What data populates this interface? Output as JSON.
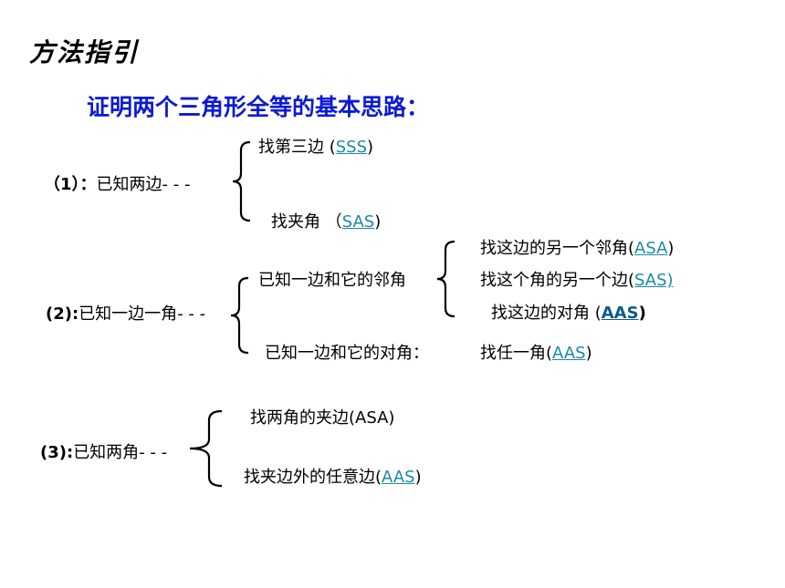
{
  "title": "方法指引",
  "subtitle": "证明两个三角形全等的基本思路：",
  "case1": {
    "label_prefix": "（1）：",
    "label_text": "已知两边",
    "dash": "- - -",
    "branches": [
      {
        "text": "找第三边  (",
        "link": "SSS",
        "suffix": ")"
      },
      {
        "text": "找夹角    （",
        "link": "SAS",
        "suffix": ")"
      }
    ]
  },
  "case2": {
    "label_prefix": "(2):",
    "label_text": "已知一边一角",
    "dash": "- - -",
    "sub1": {
      "text": "已知一边和它的邻角",
      "branches": [
        {
          "text": "找这边的另一个邻角(",
          "link": "ASA",
          "suffix": ")"
        },
        {
          "text": "找这个角的另一个边(",
          "link": "SAS)",
          "suffix": ""
        },
        {
          "text": "找这边的对角 (",
          "link": "AAS",
          "suffix": ")"
        }
      ]
    },
    "sub2": {
      "text": "已知一边和它的对角：",
      "branch": {
        "text": "找任一角(",
        "link": "AAS",
        "suffix": ")"
      }
    }
  },
  "case3": {
    "label_prefix": "(3):",
    "label_text": "已知两角",
    "dash": "- - -",
    "branches": [
      {
        "text": "找两角的夹边(ASA)"
      },
      {
        "text": "找夹边外的任意边(",
        "link": "AAS",
        "suffix": ")"
      }
    ]
  }
}
